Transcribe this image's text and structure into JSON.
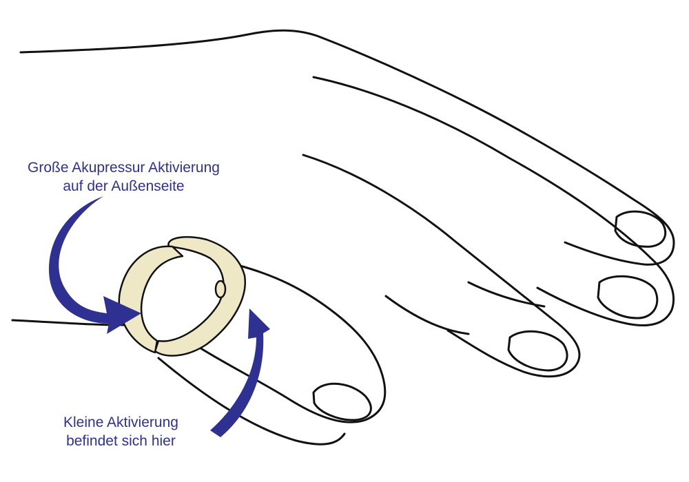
{
  "labels": {
    "large_activation": {
      "line1": "Große Akupressur Aktivierung",
      "line2": "auf der Außenseite"
    },
    "small_activation": {
      "line1": "Kleine Aktivierung",
      "line2": "befindet sich hier"
    }
  },
  "colors": {
    "label": "#2e3192",
    "arrow": "#2e3192",
    "ring": "#efe8c6",
    "outline": "#111111"
  }
}
